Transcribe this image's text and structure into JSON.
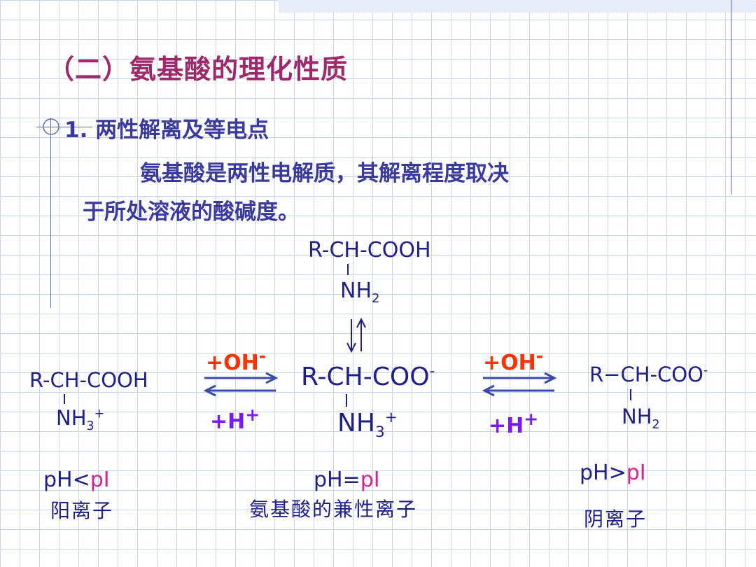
{
  "slide": {
    "title": "（二）氨基酸的理化性质",
    "heading": "1. 两性解离及等电点",
    "para_line1": "氨基酸是两性电解质，其解离程度取决",
    "para_line2": "于所处溶液的酸碱度。"
  },
  "formulas": {
    "top": {
      "main": "R-CH-COOH",
      "sub": "NH",
      "sub_n": "2"
    },
    "left": {
      "main": "R-CH-COOH",
      "sub": "NH",
      "sub_n": "3",
      "sub_charge": "+"
    },
    "center": {
      "main": "R-CH-COO",
      "main_charge": "-",
      "sub": "NH",
      "sub_n": "3",
      "sub_charge": "+"
    },
    "right": {
      "main": "R−CH-COO",
      "main_charge": "-",
      "sub": "NH",
      "sub_n": "2"
    }
  },
  "reagents": {
    "oh_left": "+OH",
    "oh_left_charge": "-",
    "h_left": "+H",
    "h_left_charge": "+",
    "oh_right": "+OH",
    "oh_right_charge": "-",
    "h_right": "+H",
    "h_right_charge": "+"
  },
  "conditions": {
    "left": {
      "ph": "pH<",
      "pi": "pI",
      "label": "阳离子"
    },
    "center": {
      "ph": "pH=",
      "pi": "pI",
      "label": "氨基酸的兼性离子"
    },
    "right": {
      "ph": "pH>",
      "pi": "pI",
      "label": "阴离子"
    }
  },
  "colors": {
    "title": "#9c2a6a",
    "text": "#3a3a9e",
    "formula": "#1f1f88",
    "oh": "#ff3300",
    "h": "#7a1bf0",
    "pi": "#e0208a"
  }
}
